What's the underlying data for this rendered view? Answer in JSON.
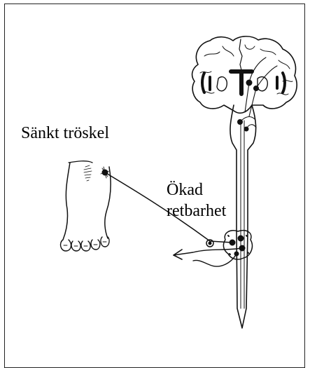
{
  "labels": {
    "lowered_threshold": "Sänkt tröskel",
    "increased_excitability_line1": "Ökad",
    "increased_excitability_line2": "retbarhet"
  },
  "colors": {
    "ink": "#000000",
    "background": "#ffffff"
  }
}
